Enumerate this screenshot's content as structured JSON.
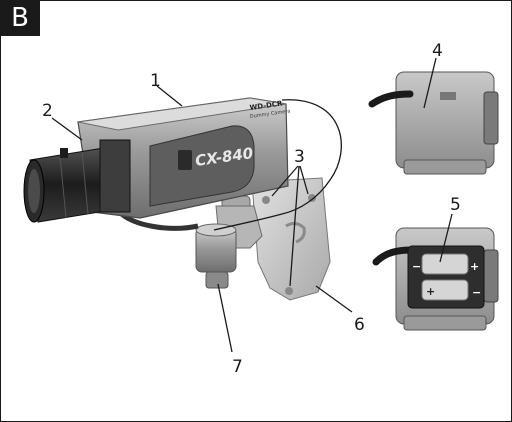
{
  "figure": {
    "badge": "B",
    "callouts": [
      "1",
      "2",
      "3",
      "4",
      "5",
      "6",
      "7"
    ]
  },
  "camera": {
    "model_text": "CX-840",
    "brand_text": "WD-DCR",
    "brand_subtext": "Dummy Camera"
  },
  "battery_box": {
    "plus": "+",
    "minus": "−"
  }
}
